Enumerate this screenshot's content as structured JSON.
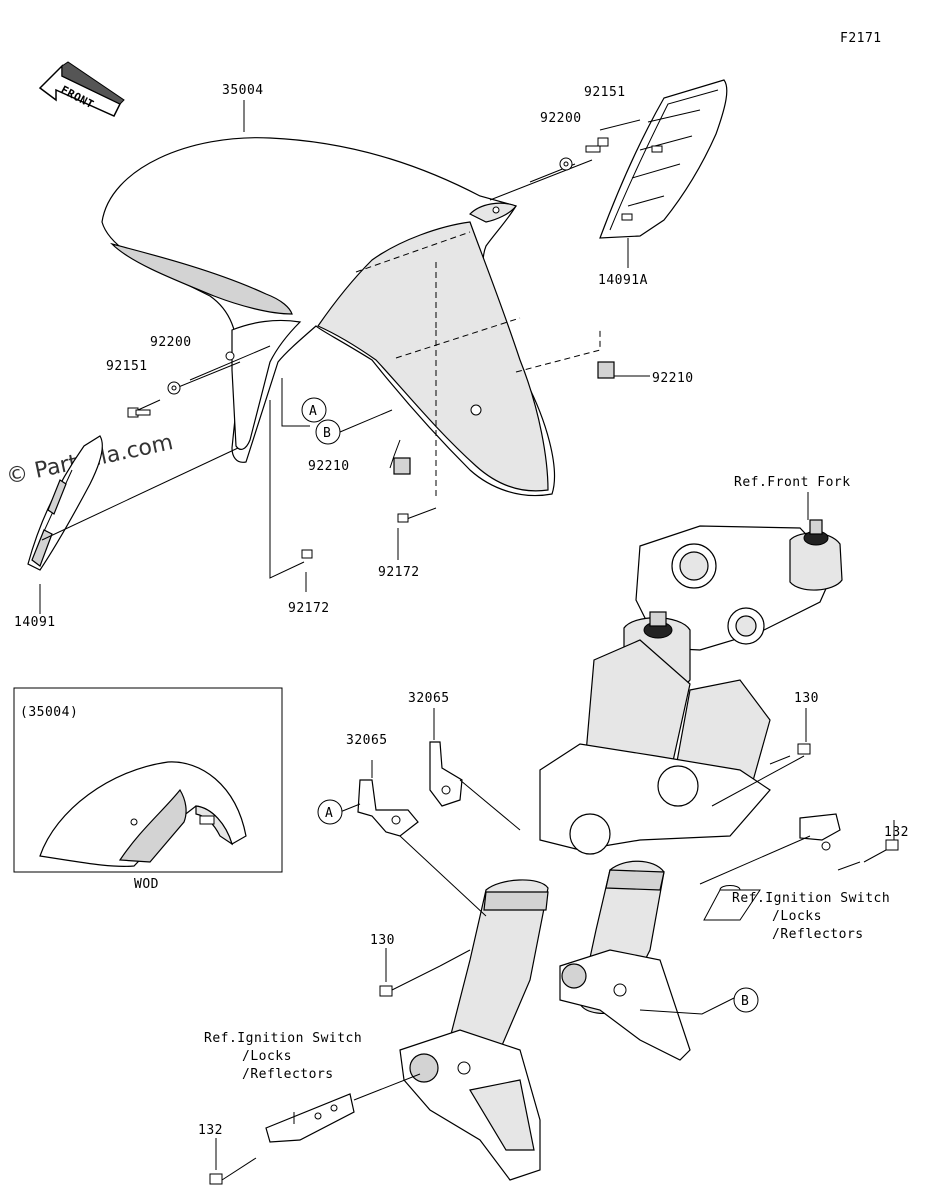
{
  "figure_code": "F2171",
  "front_label": "FRONT",
  "watermark": "© Partzilla.com",
  "callouts": {
    "A": "A",
    "B": "B"
  },
  "parts": [
    {
      "id": "p35004",
      "number": "35004"
    },
    {
      "id": "p92151_top",
      "number": "92151"
    },
    {
      "id": "p92200_top",
      "number": "92200"
    },
    {
      "id": "p14091A",
      "number": "14091A"
    },
    {
      "id": "p92200_left",
      "number": "92200"
    },
    {
      "id": "p92151_left",
      "number": "92151"
    },
    {
      "id": "p92210_right",
      "number": "92210"
    },
    {
      "id": "p92210_mid",
      "number": "92210"
    },
    {
      "id": "p92172_mid",
      "number": "92172"
    },
    {
      "id": "p92172_low",
      "number": "92172"
    },
    {
      "id": "p14091",
      "number": "14091"
    },
    {
      "id": "p32065_a",
      "number": "32065"
    },
    {
      "id": "p32065_b",
      "number": "32065"
    },
    {
      "id": "p130_right",
      "number": "130"
    },
    {
      "id": "p132_right",
      "number": "132"
    },
    {
      "id": "p130_left",
      "number": "130"
    },
    {
      "id": "p132_left",
      "number": "132"
    }
  ],
  "references": {
    "front_fork": "Ref.Front Fork",
    "ignition_right": [
      "Ref.Ignition Switch",
      "/Locks",
      "/Reflectors"
    ],
    "ignition_left": [
      "Ref.Ignition Switch",
      "/Locks",
      "/Reflectors"
    ]
  },
  "inset": {
    "part_ref": "(35004)",
    "caption": "WOD"
  }
}
